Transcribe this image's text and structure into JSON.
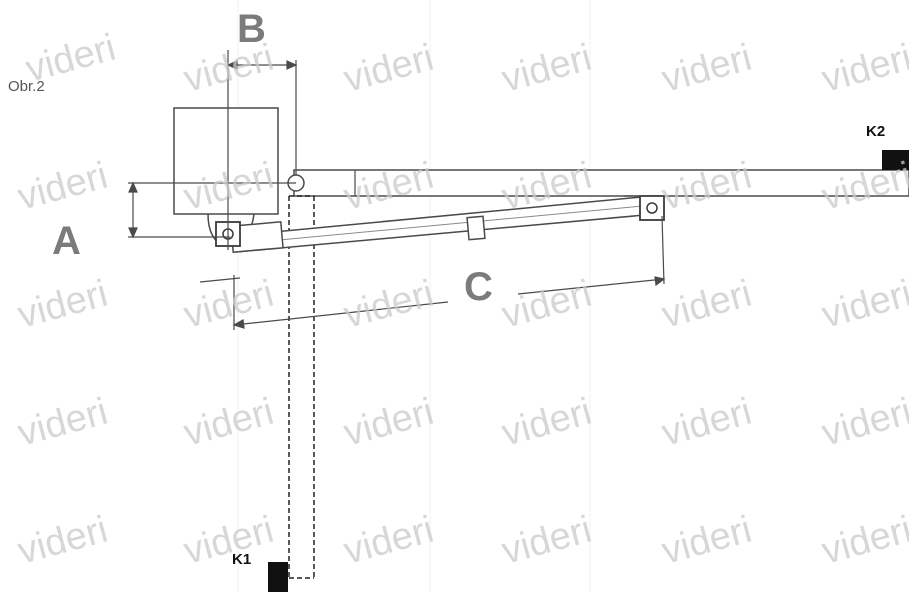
{
  "figure_label": "Obr.2",
  "dimension_labels": {
    "a": "A",
    "b": "B",
    "c": "C"
  },
  "stop_labels": {
    "k1": "K1",
    "k2": "K2"
  },
  "watermark": "videri",
  "colors": {
    "line": "#4a4a4a",
    "dimension_text": "#7b7b7b",
    "stop_block": "#111111",
    "watermark": "#c9c9c9"
  }
}
